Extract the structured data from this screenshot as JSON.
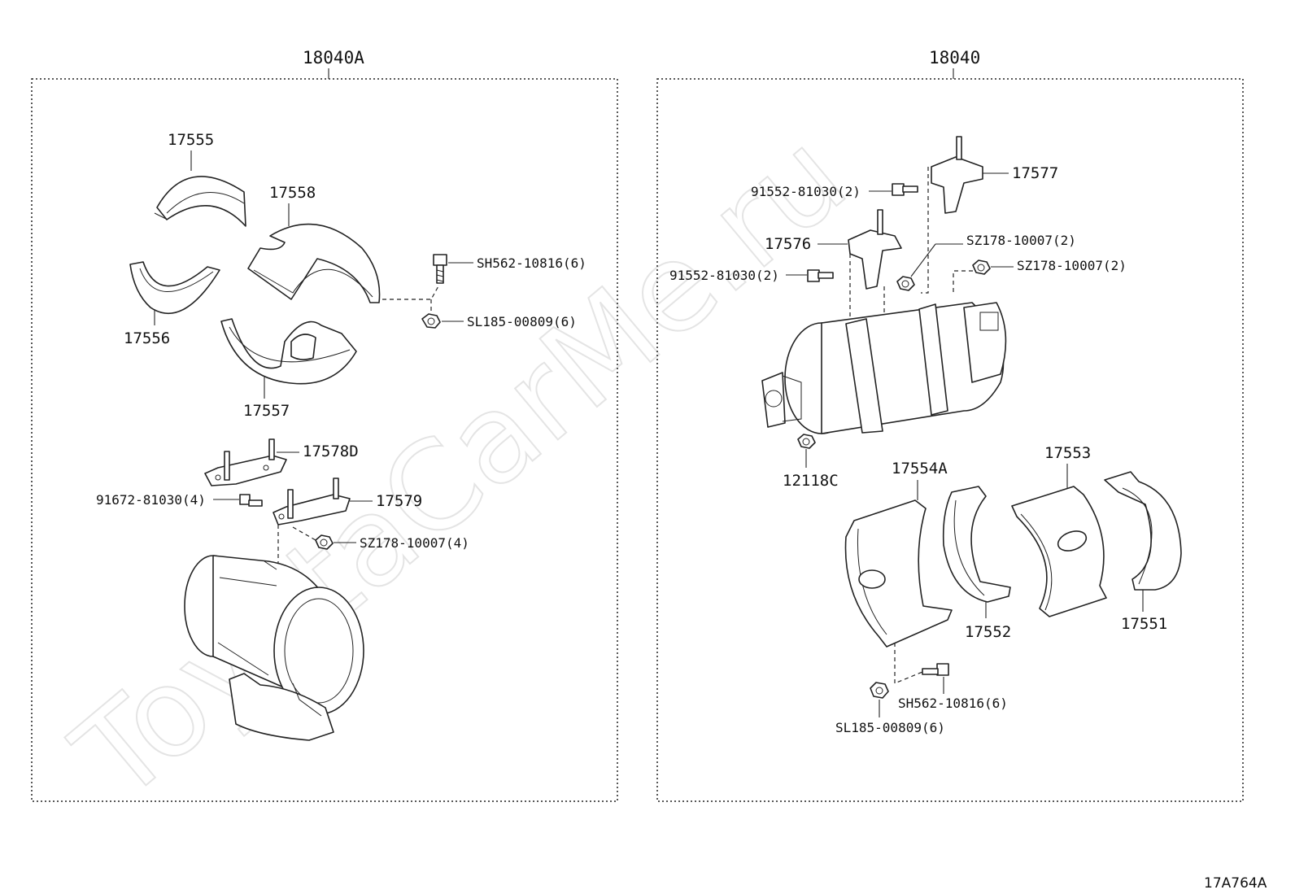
{
  "watermark": "ToyotaCarMe.ru",
  "diagram_code": "17A764A",
  "left_assembly": {
    "title": "18040A",
    "labels": {
      "p17555": "17555",
      "p17558": "17558",
      "p17556": "17556",
      "p17557": "17557",
      "sh562": "SH562-10816(6)",
      "sl185": "SL185-00809(6)",
      "p17578d": "17578D",
      "p91672": "91672-81030(4)",
      "p17579": "17579",
      "sz178": "SZ178-10007(4)"
    }
  },
  "right_assembly": {
    "title": "18040",
    "labels": {
      "p17577": "17577",
      "p91552a": "91552-81030(2)",
      "p17576": "17576",
      "sz178a": "SZ178-10007(2)",
      "sz178b": "SZ178-10007(2)",
      "p91552b": "91552-81030(2)",
      "p12118c": "12118C",
      "p17554a": "17554A",
      "p17553": "17553",
      "p17552": "17552",
      "p17551": "17551",
      "sh562": "SH562-10816(6)",
      "sl185": "SL185-00809(6)"
    }
  }
}
